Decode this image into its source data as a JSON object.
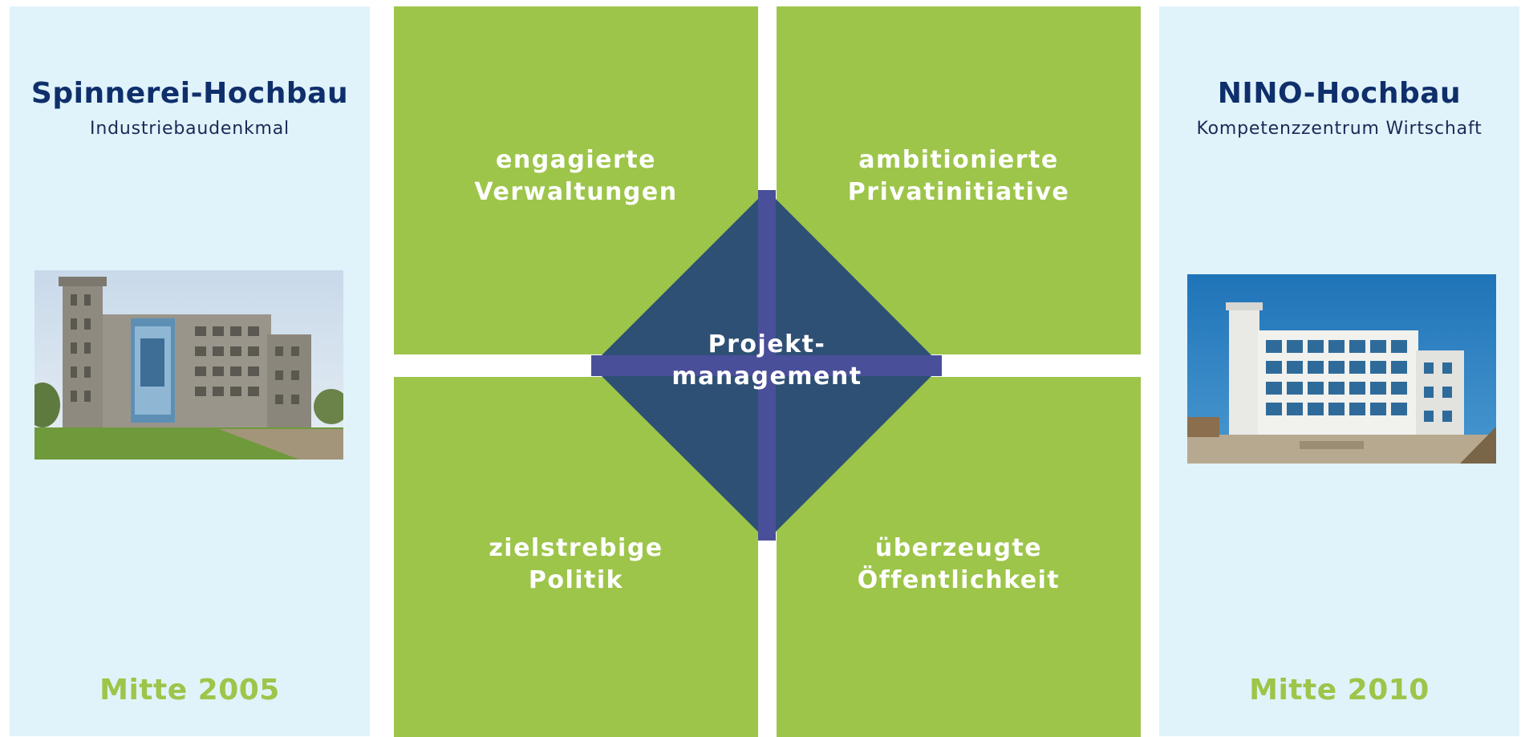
{
  "left_panel": {
    "title": "Spinnerei-Hochbau",
    "subtitle": "Industriebaudenkmal",
    "date": "Mitte 2005"
  },
  "right_panel": {
    "title": "NINO-Hochbau",
    "subtitle": "Kompetenzzentrum Wirtschaft",
    "date": "Mitte 2010"
  },
  "quadrants": {
    "top_left": [
      "engagierte",
      "Verwaltungen"
    ],
    "top_right": [
      "ambitionierte",
      "Privatinitiative"
    ],
    "bottom_left": [
      "zielstrebige",
      "Politik"
    ],
    "bottom_right": [
      "überzeugte",
      "Öffentlichkeit"
    ]
  },
  "center": [
    "Projekt-",
    "management"
  ],
  "colors": {
    "panel_bg": "#e0f3fb",
    "green": "#9dc54a",
    "diamond": "#2e5074",
    "cross": "#4a4f9a",
    "title": "#0f2f6b"
  }
}
